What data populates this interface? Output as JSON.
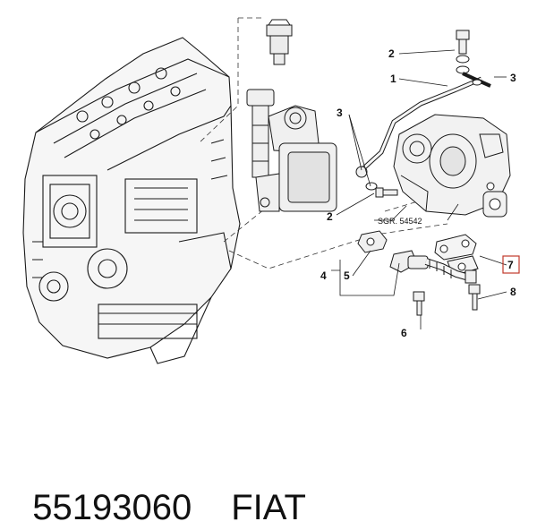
{
  "diagram": {
    "callouts": {
      "c1": "1",
      "c2a": "2",
      "c2b": "2",
      "c3a": "3",
      "c3b": "3",
      "c4": "4",
      "c5": "5",
      "c6": "6",
      "c7": "7",
      "c8": "8"
    },
    "reference": "SGR. 54542",
    "colors": {
      "line": "#1a1a1a",
      "highlight": "#c0392b"
    }
  },
  "caption": {
    "part_number": "55193060",
    "brand": "FIAT"
  }
}
